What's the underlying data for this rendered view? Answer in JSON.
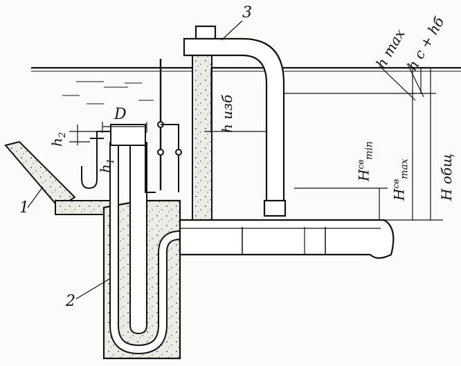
{
  "labels": {
    "part1": "1",
    "part2": "2",
    "part3": "3",
    "D": "D",
    "h1": "h",
    "h1_sub": "1",
    "h2": "h",
    "h2_sub": "2",
    "h_izb": "h изб",
    "h_max": "h max",
    "hc_hb": "h c + hб",
    "H_min_main": "H",
    "H_min_sup": "св",
    "H_min_sub": "min",
    "H_max_main": "H",
    "H_max_sup": "св",
    "H_max_sub": "max",
    "H_obsh": "H общ"
  },
  "colors": {
    "ink": "#111111",
    "fill_concrete": "#e9e9e3",
    "fill_pipe": "#ffffff"
  }
}
